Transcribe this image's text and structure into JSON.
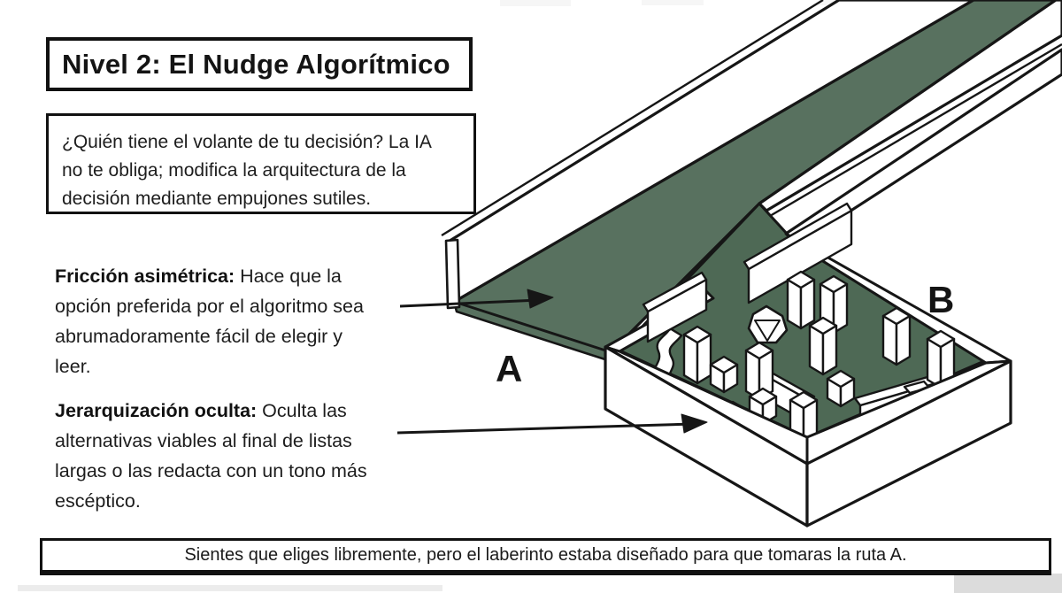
{
  "colors": {
    "path_green": "#58715f",
    "floor_green": "#4e6955",
    "ink": "#161616"
  },
  "title_box": {
    "text": "Nivel 2: El Nudge Algorítmico"
  },
  "intro_box": {
    "lines": [
      "¿Quién tiene el volante de tu decisión? La IA",
      "no te obliga; modifica la arquitectura de la",
      "decisión mediante empujones sutiles."
    ]
  },
  "annotations": [
    {
      "term": "Fricción asimétrica:",
      "rest": " Hace que la",
      "lines": [
        "opción preferida por el algoritmo sea",
        "abrumadoramente fácil de elegir y",
        "leer."
      ]
    },
    {
      "term": "Jerarquización oculta:",
      "rest": " Oculta las",
      "lines": [
        "alternativas viables al final de listas",
        "largas o las redacta con un tono más",
        "escéptico."
      ]
    }
  ],
  "diagram": {
    "label_a": "A",
    "label_b": "B"
  },
  "footer_box": {
    "text": "Sientes que eliges libremente, pero el laberinto estaba diseñado para que tomaras la ruta A."
  }
}
